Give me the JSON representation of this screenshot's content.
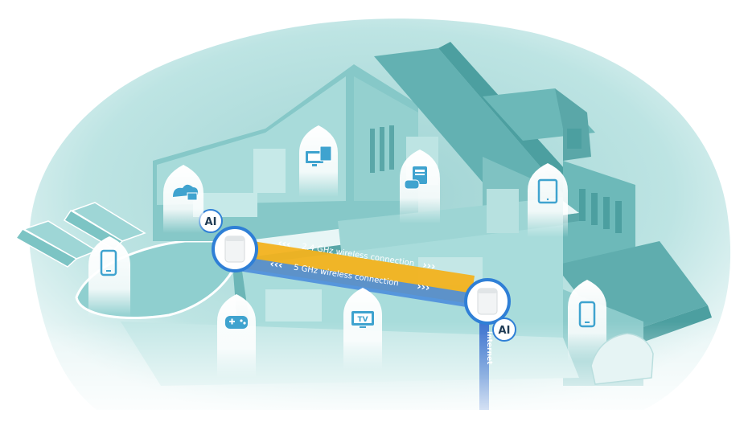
{
  "connections": {
    "band_24": "2.4 GHz wireless connection",
    "band_5": "5 GHz wireless connection",
    "chevrons_left": "‹‹‹",
    "chevrons_right": "›››"
  },
  "routers": {
    "left_badge": "AI",
    "right_badge": "AI"
  },
  "internet": {
    "label": "Internet"
  },
  "devices": {
    "tv_label": "TV"
  },
  "colors": {
    "house": "#79c2c2",
    "house_dark": "#4c9fa0",
    "house_light": "#a9dcdb",
    "blob": "#bfe4e4",
    "beam_yellow": "#f3b21d",
    "beam_blue": "#3b7bd1",
    "router_ring": "#2f7fd6",
    "pin": "#ffffff",
    "icon": "#3fa3cf"
  }
}
